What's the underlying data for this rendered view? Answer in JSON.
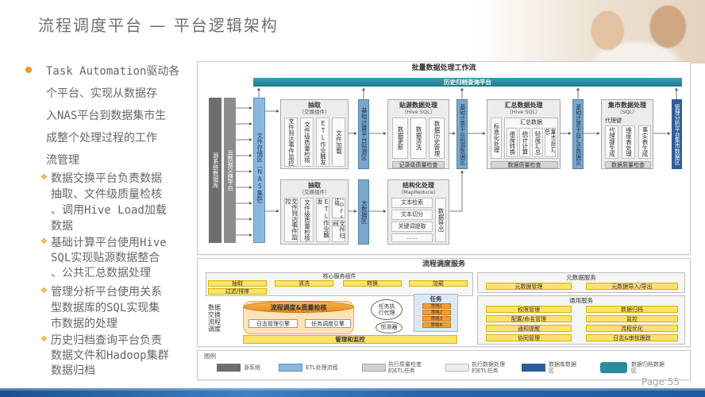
{
  "header": {
    "title": "流程调度平台 — 平台逻辑架构",
    "page": "Page 55"
  },
  "intro": {
    "lines": [
      "Task Automation驱动各",
      "个平台、实现从数据存",
      "入NAS平台到数据集市生",
      "成整个处理过程的工作",
      "流管理"
    ]
  },
  "sub_bullets": [
    {
      "lines": [
        "数据交换平台负责数据",
        "抽取、文件级质量检核",
        "、调用Hive Load加载",
        "数据"
      ]
    },
    {
      "lines": [
        "基础计算平台使用Hive",
        "SQL实现贴源数据整合",
        "、公共汇总数据处理"
      ]
    },
    {
      "lines": [
        "管理分析平台使用关系",
        "型数据库的SQL实现集",
        "市数据的处理"
      ]
    },
    {
      "lines": [
        "历史归档查询平台负责",
        "数据文件和Hadoop集群",
        "数据归档"
      ]
    }
  ],
  "workflow": {
    "title": "批量数据处理工作流",
    "archive_bar": "历史归档查询平台",
    "source_db": "源系统数据库",
    "exchange_platform": "云数据交换平台",
    "nas": "文件存储区（NAS集群）",
    "extract_upper": {
      "title": "抽取",
      "subtitle": "（交换组件）",
      "steps": [
        "文件到达事件监控",
        "文件级质量检核",
        "ETL作业触发",
        "文件加载"
      ]
    },
    "extract_lower": {
      "title": "抽取",
      "subtitle": "（交换组件）",
      "steps": [
        "文件到达事件监控",
        "文件级质量检核",
        "ETL作业触发",
        "HDFS存储",
        "文件归档"
      ]
    },
    "staging_zone": "基础计算平台贴源区",
    "bigdata_zone": "大数据区",
    "staging_proc": {
      "title": "贴源数据处理",
      "subtitle": "（Hive SQL）",
      "steps": [
        "数据更新",
        "数据清洗",
        "数据历史管理"
      ],
      "check": "记录级质量检查"
    },
    "mapreduce": {
      "title": "结构化处理",
      "subtitle": "（MapReduce）",
      "steps": [
        "文本检索",
        "文本切分",
        "关键词提取",
        "……"
      ],
      "export": "数据导出"
    },
    "staging_data_zone": "基础计算平台贴源数据区",
    "summary_proc": {
      "title": "汇总数据处理",
      "subtitle": "（Hive SQL）",
      "inner": "汇总数据",
      "steps": [
        "标准化处理",
        "维度转换",
        "统计计算",
        "轻度汇总",
        "集市层汇总"
      ],
      "check": "数据质量检查"
    },
    "summary_zone": "基础计算平台汇总数据区",
    "mart_proc": {
      "title": "集市数据处理",
      "subtitle": "（SQL）",
      "inner": "代理键",
      "steps": [
        "代理键生成",
        "维度表处理",
        "事实表生成"
      ],
      "check": "数据质量检查"
    },
    "mart_zone": "管理分析平台集市数据区"
  },
  "scheduler": {
    "title": "流程调度服务",
    "core": {
      "title": "核心服务组件",
      "items": [
        "抽取",
        "清洗",
        "转换",
        "加载",
        "过滤/排序"
      ]
    },
    "side_label": "数据交换流程调度",
    "engine": "流程调度&质量检核",
    "log_engine": "日志管理引擎",
    "task_engine": "任务调度引擎",
    "agent": "任务执行代理",
    "detector": "侦测器",
    "tasks": {
      "title": "任务",
      "items": [
        "策略1",
        "策略2",
        "策略3",
        "策略N"
      ]
    },
    "monitor": "管理和监控",
    "metadata": {
      "title": "元数据服务",
      "items": [
        "元数据管理",
        "元数据导入/导出"
      ]
    },
    "common": {
      "title": "通用服务",
      "items": [
        "权限管理",
        "数据归档",
        "配置/命名管理",
        "监控",
        "通知提醒",
        "流程优化",
        "协同管理",
        "日志&审核跟踪"
      ]
    }
  },
  "legend": {
    "title": "图例",
    "items": [
      {
        "label": "源系统",
        "color": "#6e6e6e"
      },
      {
        "label": "ETL处理流程",
        "color": "#8ab9e0"
      },
      {
        "label": "执行质量检查的ETL任务",
        "color": "#cfcfcf"
      },
      {
        "label": "执行数据处理的ETL任务",
        "color": "#ececec"
      },
      {
        "label": "数据库数据区",
        "color": "#2e5d9a"
      },
      {
        "label": "数据归档数据区",
        "color": "#2b8a9e"
      }
    ]
  },
  "colors": {
    "accent_orange": "#f39c12",
    "archive_teal": "#2b8a9e",
    "service_yellow": "#fbe36b",
    "mart_blue": "#2e5d9a",
    "footer_blue": "#1f5aa0"
  }
}
